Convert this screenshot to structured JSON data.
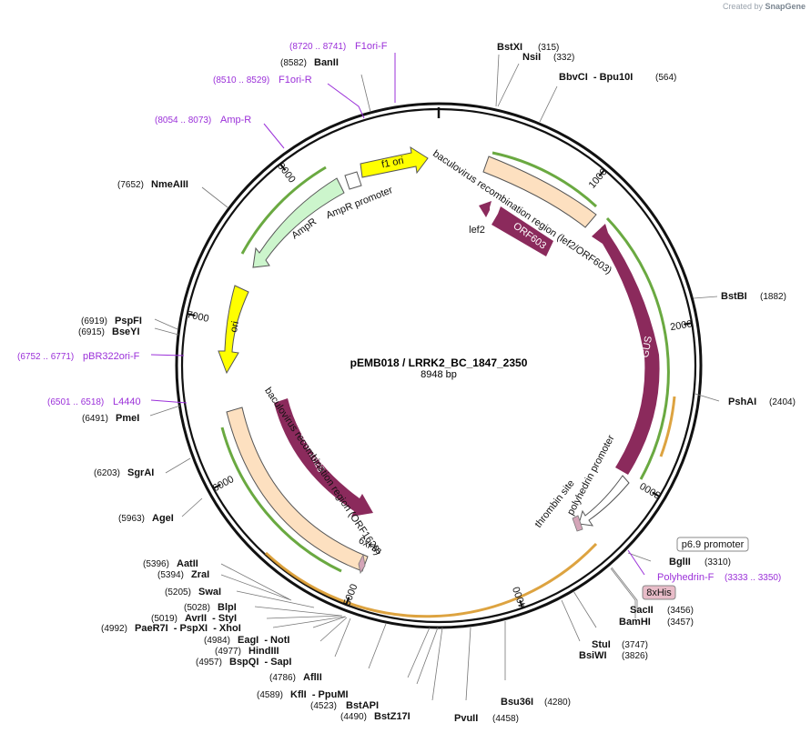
{
  "branding": {
    "created_by": "Created by",
    "app": "SnapGene"
  },
  "plasmid": {
    "name": "pEMB018 / LRRK2_BC_1847_2350",
    "length_label": "8948 bp",
    "length": 8948
  },
  "ticks": [
    {
      "label": "1000",
      "bp": 1000
    },
    {
      "label": "2000",
      "bp": 2000
    },
    {
      "label": "3000",
      "bp": 3000
    },
    {
      "label": "4000",
      "bp": 4000
    },
    {
      "label": "5000",
      "bp": 5000
    },
    {
      "label": "6000",
      "bp": 6000
    },
    {
      "label": "7000",
      "bp": 7000
    },
    {
      "label": "8000",
      "bp": 8000
    }
  ],
  "enzymes": [
    {
      "name": "BstXI",
      "pos": "(315)",
      "bp": 315
    },
    {
      "name": "NsiI",
      "pos": "(332)",
      "bp": 332
    },
    {
      "name": "BbvCI  - Bpu10I",
      "pos": "(564)",
      "bp": 564
    },
    {
      "name": "BstBI",
      "pos": "(1882)",
      "bp": 1882
    },
    {
      "name": "PshAI",
      "pos": "(2404)",
      "bp": 2404
    },
    {
      "name": "BglII",
      "pos": "(3310)",
      "bp": 3310
    },
    {
      "name": "SacII",
      "pos": "(3456)",
      "bp": 3456
    },
    {
      "name": "BamHI",
      "pos": "(3457)",
      "bp": 3457
    },
    {
      "name": "StuI",
      "pos": "(3747)",
      "bp": 3747
    },
    {
      "name": "BsiWI",
      "pos": "(3826)",
      "bp": 3826
    },
    {
      "name": "Bsu36I",
      "pos": "(4280)",
      "bp": 4280
    },
    {
      "name": "PvuII",
      "pos": "(4458)",
      "bp": 4458
    },
    {
      "name": "BstZ17I",
      "pos": "(4490)",
      "bp": 4490
    },
    {
      "name": "BstAPI",
      "pos": "(4523)",
      "bp": 4523
    },
    {
      "name": "KflI  - PpuMI",
      "pos": "(4589)",
      "bp": 4589
    },
    {
      "name": "AflII",
      "pos": "(4786)",
      "bp": 4786
    },
    {
      "name": "BspQI  - SapI",
      "pos": "(4957)",
      "bp": 4957
    },
    {
      "name": "HindIII",
      "pos": "(4977)",
      "bp": 4977
    },
    {
      "name": "EagI  - NotI",
      "pos": "(4984)",
      "bp": 4984
    },
    {
      "name": "PaeR7I  - PspXI  - XhoI",
      "pos": "(4992)",
      "bp": 4992
    },
    {
      "name": "AvrII  - StyI",
      "pos": "(5019)",
      "bp": 5019
    },
    {
      "name": "BlpI",
      "pos": "(5028)",
      "bp": 5028
    },
    {
      "name": "SwaI",
      "pos": "(5205)",
      "bp": 5205
    },
    {
      "name": "ZraI",
      "pos": "(5394)",
      "bp": 5394
    },
    {
      "name": "AatII",
      "pos": "(5396)",
      "bp": 5396
    },
    {
      "name": "AgeI",
      "pos": "(5963)",
      "bp": 5963
    },
    {
      "name": "SgrAI",
      "pos": "(6203)",
      "bp": 6203
    },
    {
      "name": "PmeI",
      "pos": "(6491)",
      "bp": 6491
    },
    {
      "name": "BseYI",
      "pos": "(6915)",
      "bp": 6915
    },
    {
      "name": "PspFI",
      "pos": "(6919)",
      "bp": 6919
    },
    {
      "name": "NmeAIII",
      "pos": "(7652)",
      "bp": 7652
    },
    {
      "name": "BanII",
      "pos": "(8582)",
      "bp": 8582
    }
  ],
  "primers": [
    {
      "name": "F1ori-F",
      "range": "(8720 .. 8741)"
    },
    {
      "name": "F1ori-R",
      "range": "(8510 .. 8529)"
    },
    {
      "name": "Amp-R",
      "range": "(8054 .. 8073)"
    },
    {
      "name": "pBR322ori-F",
      "range": "(6752 .. 6771)"
    },
    {
      "name": "L4440",
      "range": "(6501 .. 6518)"
    },
    {
      "name": "Polyhedrin-F",
      "range": "(3333 .. 3350)"
    }
  ],
  "features": {
    "f1_ori": "f1 ori",
    "ampr_promoter": "AmpR promoter",
    "ampr": "AmpR",
    "ori": "ori",
    "bv_region_1": "baculovirus recombination region (lef2/ORF603)",
    "lef2": "lef2",
    "orf603": "ORF603",
    "gus": "GUS",
    "polyhedrin_promoter": "polyhedrin promoter",
    "thrombin_site": "thrombin site",
    "p69_promoter": "p6.9 promoter",
    "his8": "8xHis",
    "his6": "6xHis",
    "orf1629": "ORF1629",
    "bv_region_2": "baculovirus recombination region (ORF1629)"
  },
  "colors": {
    "primer": "#9b30d9",
    "maroon": "#8b2a5c",
    "yellow": "#ffff00",
    "peach": "#fde0c0",
    "ampr_green": "#ccf5cc",
    "orf_outline_green": "#5aa02c",
    "orf_outline_orange": "#d9992b"
  }
}
